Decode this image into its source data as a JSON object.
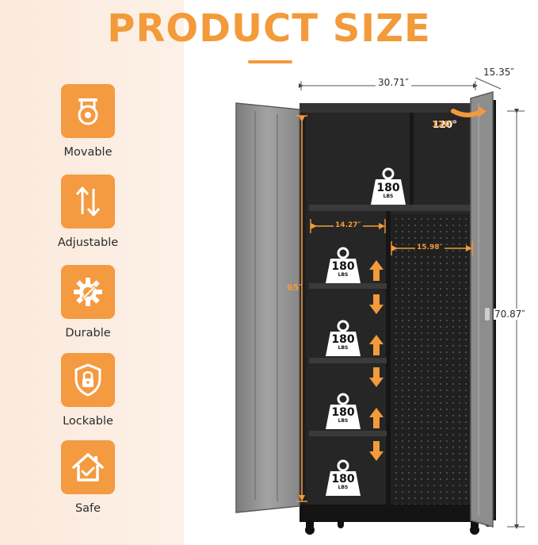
{
  "title": "PRODUCT SIZE",
  "features": [
    {
      "label": "Movable",
      "icon": "caster-wheel-icon"
    },
    {
      "label": "Adjustable",
      "icon": "adjust-arrows-icon"
    },
    {
      "label": "Durable",
      "icon": "gear-wrench-icon"
    },
    {
      "label": "Lockable",
      "icon": "shield-lock-icon"
    },
    {
      "label": "Safe",
      "icon": "house-check-icon"
    }
  ],
  "dimensions": {
    "width": "30.71″",
    "depth": "15.35″",
    "height": "70.87″",
    "inner_height": "65″",
    "left_shelf_width": "14.27″",
    "right_section_width": "15.98″",
    "door_angle": "120°"
  },
  "load": {
    "value": "180",
    "unit": "LBS"
  },
  "colors": {
    "accent": "#f39a3a",
    "cabinet": "#2a2a2a",
    "door": "#8f8f8f"
  }
}
